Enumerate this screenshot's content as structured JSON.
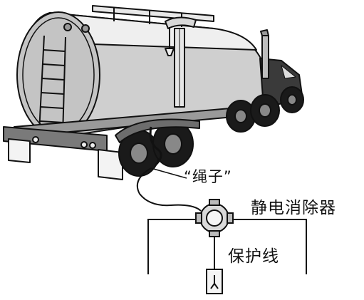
{
  "labels": {
    "rope": "“绳子”",
    "static_eliminator": "静电消除器",
    "protective_wire": "保护线"
  },
  "colors": {
    "ink": "#111111",
    "tank_fill": "#cfcfcf",
    "tank_top": "#efefef",
    "tire": "#1a1a1a",
    "metal": "#8a8a8a",
    "background": "#ffffff"
  }
}
